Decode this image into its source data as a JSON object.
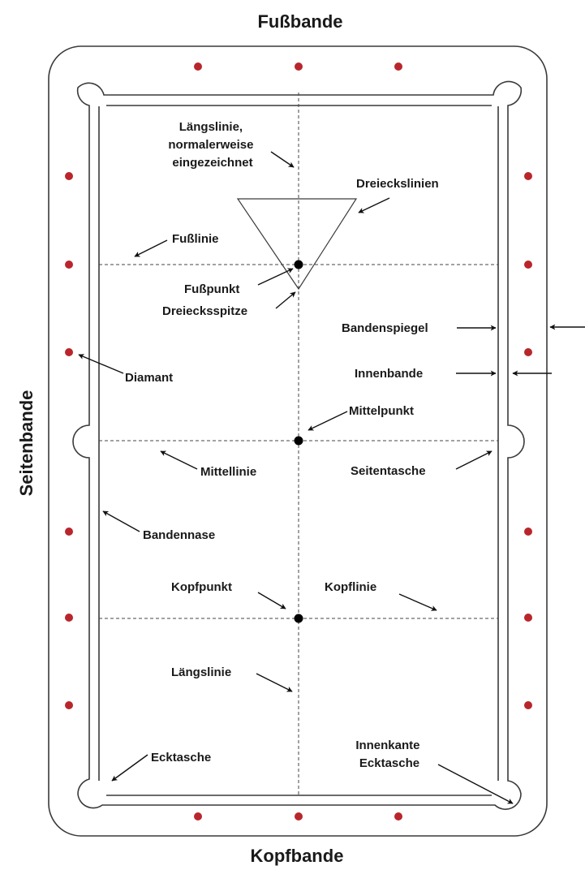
{
  "sides": {
    "top": "Fußbande",
    "bottom": "Kopfbande",
    "left": "Seitenbande"
  },
  "labels": {
    "laengslinie_top": [
      "Längslinie,",
      "normalerweise",
      "eingezeichnet"
    ],
    "dreieckslinien": "Dreieckslinien",
    "fusslinie": "Fußlinie",
    "fusspunkt": "Fußpunkt",
    "dreiecksspitze": "Dreiecksspitze",
    "bandenspiegel": "Bandenspiegel",
    "diamant": "Diamant",
    "innenbande": "Innenbande",
    "mittelpunkt": "Mittelpunkt",
    "mittellinie": "Mittellinie",
    "seitentasche": "Seitentasche",
    "bandennase": "Bandennase",
    "kopfpunkt": "Kopfpunkt",
    "kopflinie": "Kopflinie",
    "laengslinie_bottom": "Längslinie",
    "ecktasche": "Ecktasche",
    "innenkante_ecktasche": [
      "Innenkante",
      "Ecktasche"
    ]
  },
  "colors": {
    "diamond": "#b8262c",
    "spot": "#000000",
    "lines": "#444444"
  }
}
